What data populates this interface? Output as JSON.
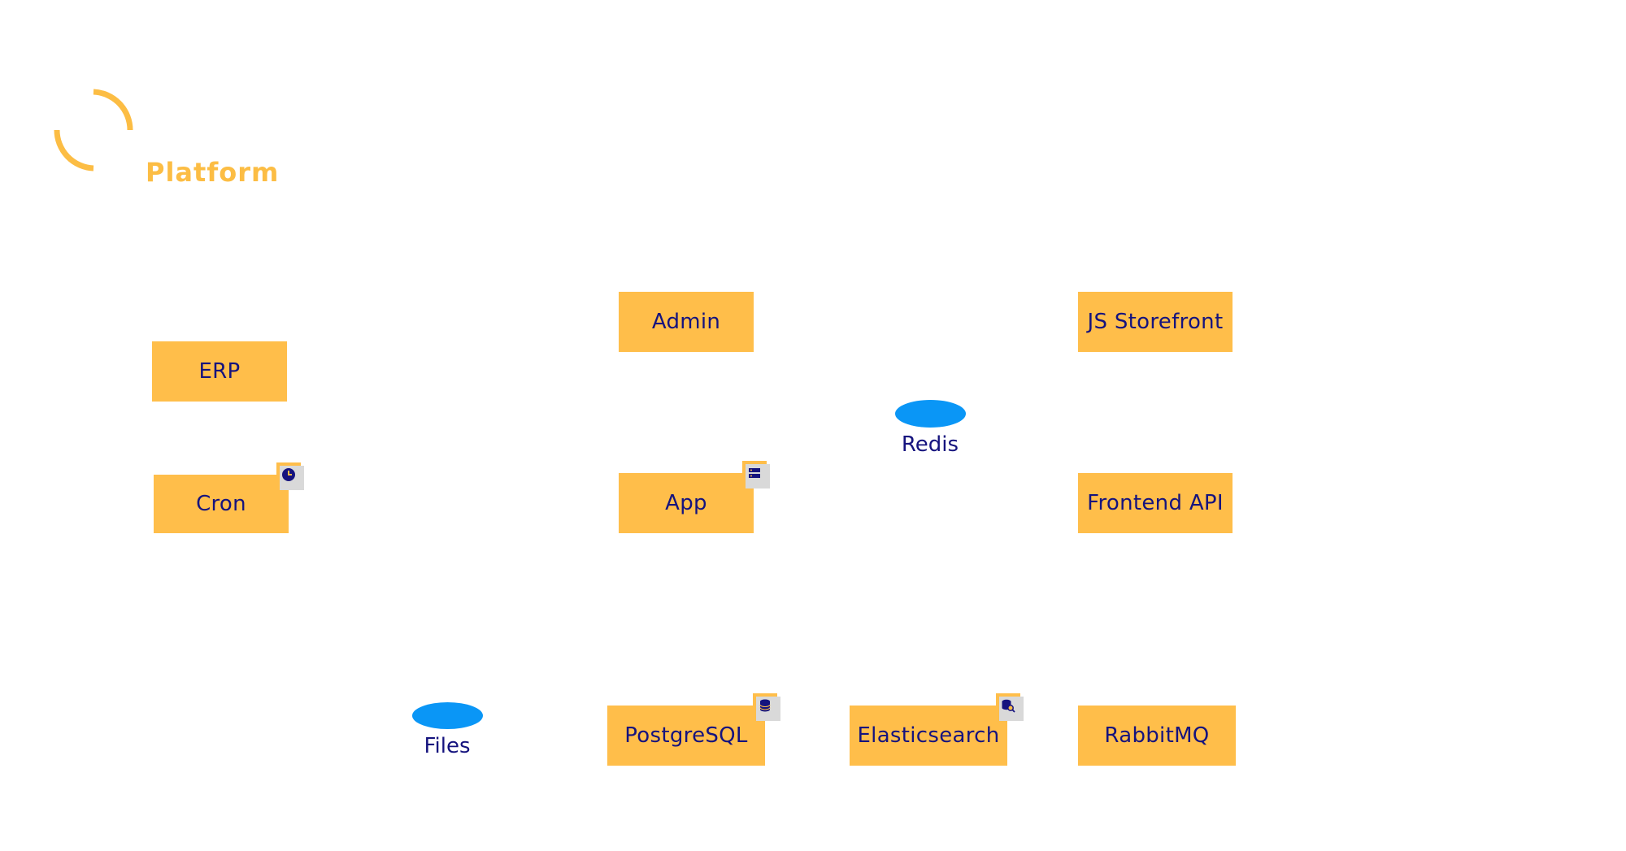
{
  "diagram": {
    "title": "Platform",
    "accent_color": "#fcbd44",
    "node_color": "#ffbe4a",
    "text_color": "#15137e",
    "ellipse_color": "#0a96f6",
    "nodes": {
      "admin": "Admin",
      "js_storefront": "JS Storefront",
      "erp": "ERP",
      "cron": "Cron",
      "app": "App",
      "frontend_api": "Frontend API",
      "postgresql": "PostgreSQL",
      "elasticsearch": "Elasticsearch",
      "rabbitmq": "RabbitMQ"
    },
    "stores": {
      "redis": "Redis",
      "files": "Files"
    },
    "badge_icons": {
      "cron": "clock-icon",
      "app": "server-icon",
      "postgresql": "database-icon",
      "elasticsearch": "database-search-icon"
    }
  }
}
